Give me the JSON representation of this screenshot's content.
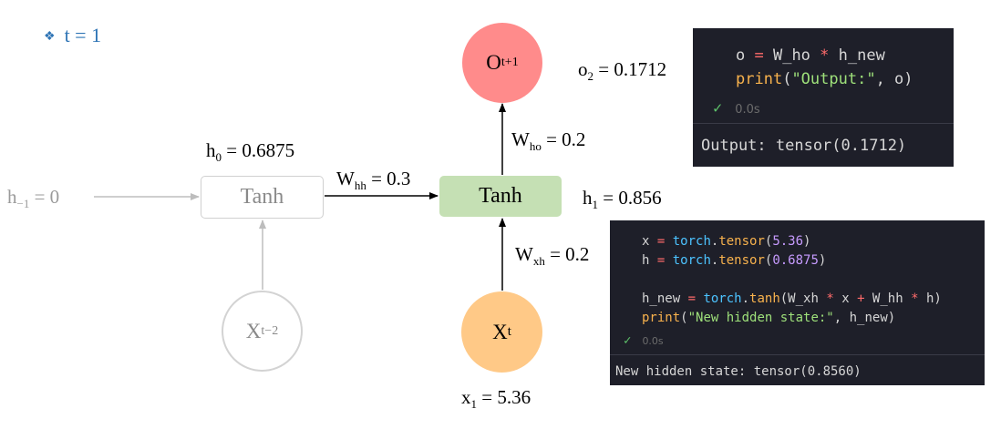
{
  "slide": {
    "bullet": "❖",
    "title": "t = 1"
  },
  "nodes": {
    "tanh_prev": "Tanh",
    "tanh_current": "Tanh",
    "output": {
      "base": "O",
      "sub": "t+1"
    },
    "input_current": {
      "base": "X",
      "sub": "t"
    },
    "input_prev": {
      "base": "X",
      "sub": "t−2"
    }
  },
  "labels": {
    "h_minus1": {
      "base": "h",
      "sub": "−1",
      "rest": " = 0"
    },
    "h0": {
      "base": "h",
      "sub": "0",
      "rest": " = 0.6875"
    },
    "h1": {
      "base": "h",
      "sub": "1",
      "rest": " = 0.856"
    },
    "o2": {
      "base": "o",
      "sub": "2",
      "rest": " = 0.1712"
    },
    "x1": {
      "base": "x",
      "sub": "1",
      "rest": " = 5.36"
    },
    "w_hh": {
      "base": "W",
      "sub": "hh",
      "rest": " = 0.3"
    },
    "w_ho": {
      "base": "W",
      "sub": "ho",
      "rest": " = 0.2"
    },
    "w_xh": {
      "base": "W",
      "sub": "xh",
      "rest": " = 0.2"
    }
  },
  "code_output_cell": {
    "line1": {
      "a": "o ",
      "op": "=",
      "b": " W_ho ",
      "op2": "*",
      "c": " h_new"
    },
    "line2": {
      "fn": "print",
      "open": "(",
      "str": "\"Output:\"",
      "rest": ", o)"
    },
    "check": "✓",
    "time": "0.0s",
    "result": "Output: tensor(0.1712)"
  },
  "code_hidden_cell": {
    "line1": {
      "a": "x ",
      "op": "=",
      "mod": " torch",
      "dot": ".",
      "fn": "tensor",
      "open": "(",
      "num": "5.36",
      "close": ")"
    },
    "line2": {
      "a": "h ",
      "op": "=",
      "mod": " torch",
      "dot": ".",
      "fn": "tensor",
      "open": "(",
      "num": "0.6875",
      "close": ")"
    },
    "line3": {
      "a": "h_new ",
      "op": "=",
      "mod": " torch",
      "dot": ".",
      "fn": "tanh",
      "rest1": "(W_xh ",
      "op2": "*",
      "rest2": " x ",
      "op3": "+",
      "rest3": " W_hh ",
      "op4": "*",
      "rest4": " h)"
    },
    "line4": {
      "fn": "print",
      "open": "(",
      "str": "\"New hidden state:\"",
      "rest": ", h_new)"
    },
    "check": "✓",
    "time": "0.0s",
    "result": "New hidden state: tensor(0.8560)"
  },
  "colors": {
    "output_node": "#ff8b8b",
    "input_node": "#ffc987",
    "tanh_active": "#c5e0b4",
    "title_blue": "#2e74b5",
    "code_bg": "#1e1f29"
  }
}
